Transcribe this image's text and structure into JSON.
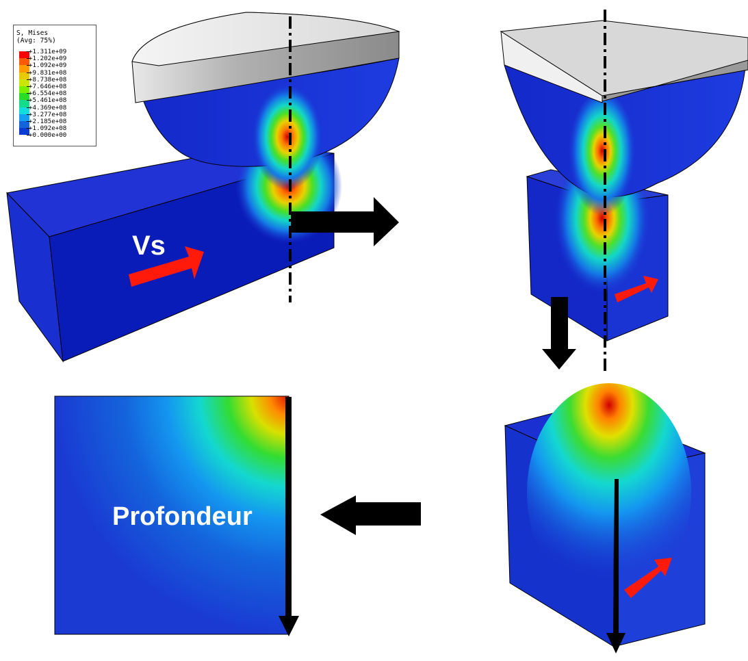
{
  "legend": {
    "title": "S, Mises",
    "subtitle": "(Avg: 75%)",
    "values": [
      "+1.311e+09",
      "+1.202e+09",
      "+1.092e+09",
      "+9.831e+08",
      "+8.738e+08",
      "+7.646e+08",
      "+6.554e+08",
      "+5.461e+08",
      "+4.369e+08",
      "+3.277e+08",
      "+2.185e+08",
      "+1.092e+08",
      "+0.000e+00"
    ],
    "colors": [
      "#ff0000",
      "#ff5a00",
      "#ff9a00",
      "#e8c800",
      "#c8e600",
      "#78f000",
      "#28dc28",
      "#14dc8c",
      "#14dcdc",
      "#14a0f0",
      "#1464dc",
      "#0a3cd2",
      "#0000ff"
    ]
  },
  "labels": {
    "speed": "Vs",
    "depth": "Profondeur"
  },
  "icons": {
    "flow_right": "arrow-right-icon",
    "flow_down": "arrow-down-icon",
    "flow_left": "arrow-left-icon",
    "velocity": "red-arrow-icon",
    "depth": "depth-arrow-icon"
  },
  "colors": {
    "block_blue": "#1a2fd0",
    "deep_blue": "#0016c8",
    "indenter_grey": "#9a9a9a",
    "arrow_black": "#000000",
    "arrow_red": "#ff1a0a"
  }
}
